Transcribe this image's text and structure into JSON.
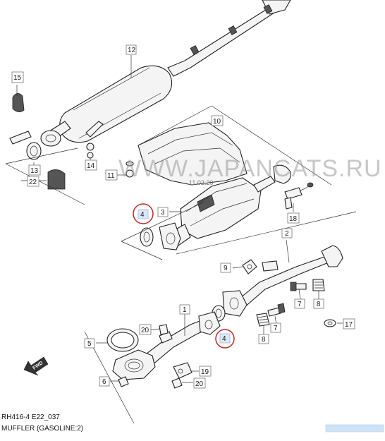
{
  "diagram": {
    "code": "RH416-4 E22_037",
    "subtitle": "MUFFLER (GASOLINE:2)",
    "watermark": "WWW.JAPANCATS.RU",
    "date_stamp": "11.02.20",
    "fwd_label": "FWD",
    "callouts": [
      {
        "num": "1"
      },
      {
        "num": "2"
      },
      {
        "num": "3"
      },
      {
        "num": "4"
      },
      {
        "num": "4"
      },
      {
        "num": "5"
      },
      {
        "num": "6"
      },
      {
        "num": "7"
      },
      {
        "num": "7"
      },
      {
        "num": "8"
      },
      {
        "num": "8"
      },
      {
        "num": "9"
      },
      {
        "num": "10"
      },
      {
        "num": "11"
      },
      {
        "num": "12"
      },
      {
        "num": "13"
      },
      {
        "num": "14"
      },
      {
        "num": "15"
      },
      {
        "num": "17"
      },
      {
        "num": "18"
      },
      {
        "num": "19"
      },
      {
        "num": "20"
      },
      {
        "num": "20"
      },
      {
        "num": "22"
      }
    ],
    "highlight_color": "#cc2222"
  }
}
